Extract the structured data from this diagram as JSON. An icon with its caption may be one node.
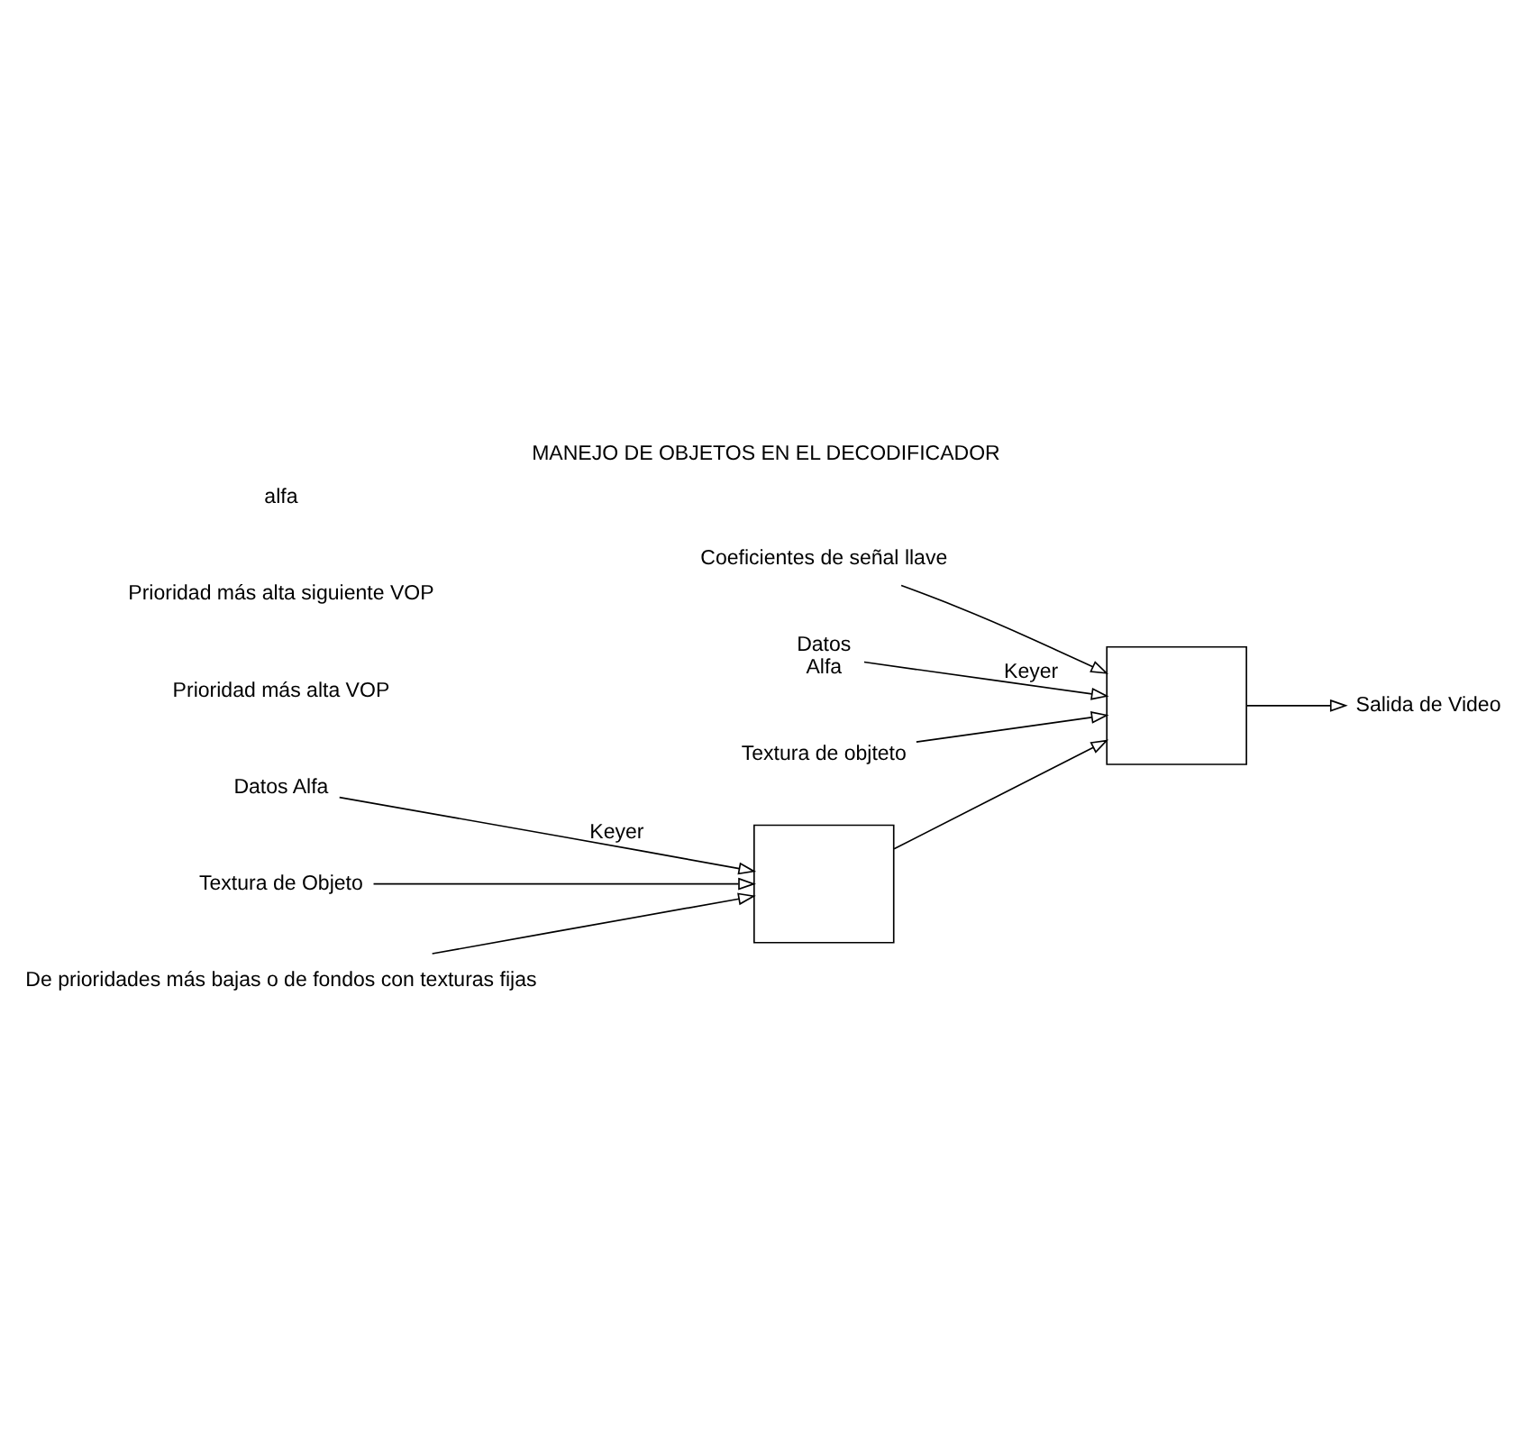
{
  "diagram": {
    "title": "MANEJO DE OBJETOS EN EL DECODIFICADOR",
    "nodes": [
      {
        "text": [
          "Salida de Video"
        ]
      },
      {
        "text": [
          "Coeficientes de señal llave"
        ]
      },
      {
        "text": [
          "Datos",
          "Alfa"
        ]
      },
      {
        "text": [],
        "shape": "box"
      },
      {
        "text": [
          "Textura de objteto"
        ]
      },
      {
        "text": [
          "Datos Alfa"
        ]
      },
      {
        "text": [],
        "shape": "box"
      },
      {
        "text": [
          "Textura de Objeto"
        ]
      },
      {
        "text": [
          "De prioridades más bajas o de fondos con texturas fijas"
        ]
      }
    ],
    "edges": [
      {
        "from": 3,
        "to": 0,
        "arrow": "to"
      },
      {
        "from": 1,
        "to": 3,
        "arrow": "to"
      },
      {
        "from": 2,
        "to": 3,
        "label": "Keyer",
        "arrow": "to"
      },
      {
        "from": 4,
        "to": 3,
        "arrow": "to"
      },
      {
        "from": 6,
        "to": 3,
        "arrow": "to"
      },
      {
        "from": 5,
        "to": 6,
        "label": "Keyer",
        "arrow": "to"
      },
      {
        "from": 7,
        "to": 6,
        "arrow": "to"
      },
      {
        "from": 8,
        "to": 6,
        "arrow": "to"
      }
    ],
    "labels": [
      "Prioridad más alta VOP",
      "Prioridad más alta siguiente VOP",
      "alfa"
    ]
  }
}
